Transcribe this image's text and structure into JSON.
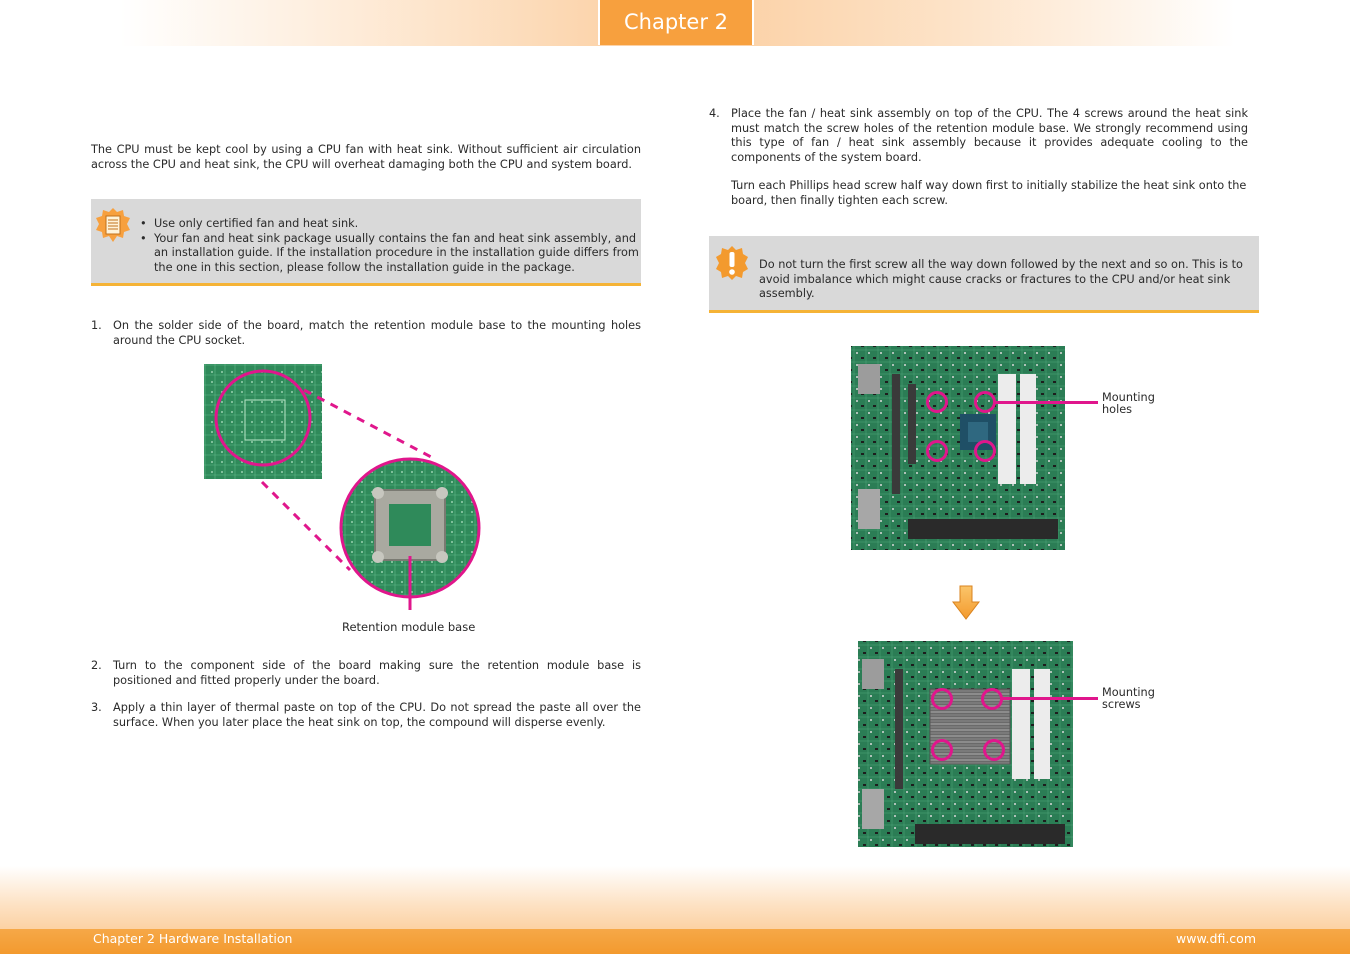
{
  "header": {
    "chapter_label": "Chapter 2"
  },
  "left": {
    "intro": "The CPU must be kept cool by using a CPU fan with heat sink. Without sufficient air circulation across the CPU and heat sink, the CPU will overheat damaging both the CPU and system board.",
    "note_items": [
      "Use only certified fan and heat sink.",
      "Your fan and heat sink package usually contains the fan and heat sink assembly, and an installation guide. If the installation procedure in the installation guide differs from the one in this section, please follow the installation guide in the package."
    ],
    "steps": [
      {
        "num": "1.",
        "text": "On the solder side of the board, match the retention module base to the mounting holes around the CPU socket."
      },
      {
        "num": "2.",
        "text": "Turn to the component side of the board making sure the retention module base is positioned and fitted properly under the board."
      },
      {
        "num": "3.",
        "text": "Apply a thin layer of thermal paste on top of the CPU. Do not spread the paste all over the surface. When you later place the heat sink on top, the compound will disperse evenly."
      }
    ],
    "figure_caption": "Retention module base"
  },
  "right": {
    "step4": {
      "num": "4.",
      "text": "Place the fan / heat sink assembly on top of the CPU. The 4 screws around the heat sink must match the screw holes of the retention module base. We strongly recommend using this type of fan / heat sink assembly because it provides adequate cooling to the components of the system board.",
      "text2": "Turn each Phillips head screw half way down first to initially stabilize the heat sink onto the board, then finally tighten each screw."
    },
    "warning": "Do not turn the first screw all the way down followed by the next and so on. This is to avoid imbalance which might cause cracks or fractures to the CPU and/or heat sink assembly.",
    "callout_top": {
      "line1": "Mounting",
      "line2": "holes"
    },
    "callout_bottom": {
      "line1": "Mounting",
      "line2": "screws"
    }
  },
  "footer": {
    "left": "Chapter 2 Hardware Installation",
    "right": "www.dfi.com"
  },
  "colors": {
    "accent_orange": "#f7a03e",
    "highlight_magenta": "#e0168c",
    "note_gray": "#d9d9d9",
    "pcb_green": "#2f8a5a"
  },
  "icons": [
    "note-icon",
    "warning-icon",
    "arrow-down-icon"
  ]
}
